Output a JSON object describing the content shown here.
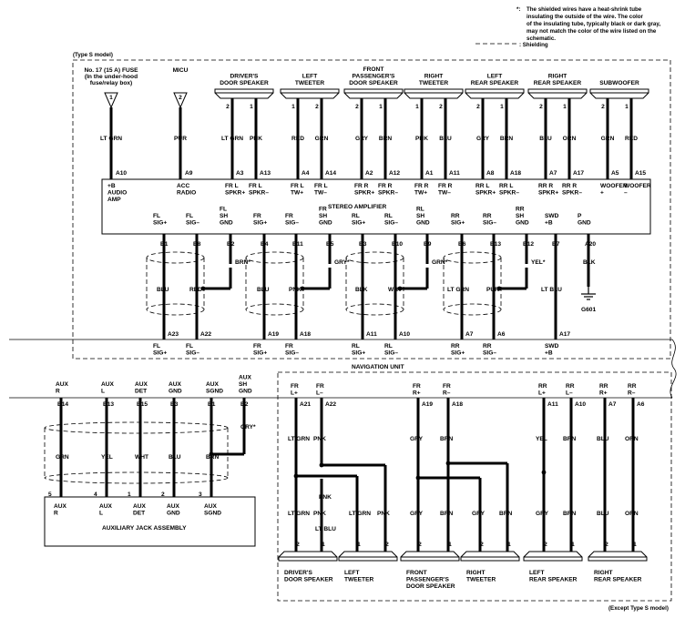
{
  "note": {
    "star": "*:",
    "lines": [
      "The shielded wires have a heat-shrink tube",
      "insulating the outside of the wire. The color",
      "of the insulating tube, typically black or dark gray,",
      "may not match the color of the wire listed on the",
      "schematic."
    ],
    "shielding": ": Shielding"
  },
  "labels": {
    "type_s": "(Type S model)",
    "except_type_s": "(Except Type S model)",
    "stereo_amplifier": "STEREO AMPLIFIER",
    "navigation_unit": "NAVIGATION UNIT",
    "aux_jack_assembly": "AUXILIARY JACK ASSEMBLY",
    "ground": "G601"
  },
  "sources": [
    {
      "lines": [
        "No. 17 (15 A) FUSE",
        "(In the under-hood",
        "fuse/relay box)"
      ],
      "pin": "1",
      "wire": "LT GRN",
      "conn": "A10",
      "amp": [
        "+B",
        "AUDIO",
        "AMP"
      ]
    },
    {
      "lines": [
        "MICU"
      ],
      "pin": "2",
      "wire": "PUR",
      "conn": "A9",
      "amp": [
        "ACC",
        "RADIO"
      ]
    }
  ],
  "speakers_top": [
    {
      "lines": [
        "DRIVER'S",
        "DOOR SPEAKER"
      ],
      "pins": [
        "2",
        "1"
      ],
      "wires": [
        "LT GRN",
        "PNK"
      ],
      "conns": [
        "A3",
        "A13"
      ],
      "amp": [
        [
          "FR L",
          "SPKR+"
        ],
        [
          "FR L",
          "SPKR–"
        ]
      ]
    },
    {
      "lines": [
        "LEFT",
        "TWEETER"
      ],
      "pins": [
        "1",
        "2"
      ],
      "wires": [
        "RED",
        "GRN"
      ],
      "conns": [
        "A4",
        "A14"
      ],
      "amp": [
        [
          "FR L",
          "TW+"
        ],
        [
          "FR L",
          "TW–"
        ]
      ]
    },
    {
      "lines": [
        "FRONT",
        "PASSENGER'S",
        "DOOR SPEAKER"
      ],
      "pins": [
        "2",
        "1"
      ],
      "wires": [
        "GRY",
        "BRN"
      ],
      "conns": [
        "A2",
        "A12"
      ],
      "amp": [
        [
          "FR R",
          "SPKR+"
        ],
        [
          "FR R",
          "SPKR–"
        ]
      ]
    },
    {
      "lines": [
        "RIGHT",
        "TWEETER"
      ],
      "pins": [
        "1",
        "2"
      ],
      "wires": [
        "PNK",
        "BLU"
      ],
      "conns": [
        "A1",
        "A11"
      ],
      "amp": [
        [
          "FR R",
          "TW+"
        ],
        [
          "FR R",
          "TW–"
        ]
      ]
    },
    {
      "lines": [
        "LEFT",
        "REAR SPEAKER"
      ],
      "pins": [
        "2",
        "1"
      ],
      "wires": [
        "GRY",
        "BRN"
      ],
      "conns": [
        "A8",
        "A18"
      ],
      "amp": [
        [
          "RR L",
          "SPKR+"
        ],
        [
          "RR L",
          "SPKR–"
        ]
      ]
    },
    {
      "lines": [
        "RIGHT",
        "REAR SPEAKER"
      ],
      "pins": [
        "2",
        "1"
      ],
      "wires": [
        "BLU",
        "ORN"
      ],
      "conns": [
        "A7",
        "A17"
      ],
      "amp": [
        [
          "RR R",
          "SPKR+"
        ],
        [
          "RR R",
          "SPKR–"
        ]
      ]
    },
    {
      "lines": [
        "SUBWOOFER"
      ],
      "pins": [
        "2",
        "1"
      ],
      "wires": [
        "GRN",
        "RED"
      ],
      "conns": [
        "A5",
        "A15"
      ],
      "amp": [
        [
          "WOOFER",
          "+"
        ],
        [
          "WOOFER",
          "–"
        ]
      ]
    }
  ],
  "amp_inputs": [
    {
      "name": [
        "FL",
        "SIG+"
      ],
      "conn": "B1",
      "wire": "BLU",
      "nav_conn": "A23",
      "nav": [
        "FL",
        "SIG+"
      ]
    },
    {
      "name": [
        "FL",
        "SIG–"
      ],
      "conn": "B8",
      "wire": "RED",
      "nav_conn": "A22",
      "nav": [
        "FL",
        "SIG–"
      ]
    },
    {
      "name": [
        "FL",
        "SH",
        "GND"
      ],
      "conn": "B2",
      "wire": "BRN*"
    },
    {
      "name": [
        "FR",
        "SIG+"
      ],
      "conn": "B4",
      "wire": "BLU",
      "nav_conn": "A19",
      "nav": [
        "FR",
        "SIG+"
      ]
    },
    {
      "name": [
        "FR",
        "SIG–"
      ],
      "conn": "B11",
      "wire": "PNK",
      "nav_conn": "A18",
      "nav": [
        "FR",
        "SIG–"
      ]
    },
    {
      "name": [
        "FR",
        "SH",
        "GND"
      ],
      "conn": "B5",
      "wire": "GRY*"
    },
    {
      "name": [
        "RL",
        "SIG+"
      ],
      "conn": "B3",
      "wire": "BLK",
      "nav_conn": "A11",
      "nav": [
        "RL",
        "SIG+"
      ]
    },
    {
      "name": [
        "RL",
        "SIG–"
      ],
      "conn": "B10",
      "wire": "WHT",
      "nav_conn": "A10",
      "nav": [
        "RL",
        "SIG–"
      ]
    },
    {
      "name": [
        "RL",
        "SH",
        "GND"
      ],
      "conn": "B9",
      "wire": "GRN*"
    },
    {
      "name": [
        "RR",
        "SIG+"
      ],
      "conn": "B6",
      "wire": "LT GRN",
      "nav_conn": "A7",
      "nav": [
        "RR",
        "SIG+"
      ]
    },
    {
      "name": [
        "RR",
        "SIG–"
      ],
      "conn": "B13",
      "wire": "PUR",
      "nav_conn": "A6",
      "nav": [
        "RR",
        "SIG–"
      ]
    },
    {
      "name": [
        "RR",
        "SH",
        "GND"
      ],
      "conn": "B12",
      "wire": "YEL*"
    },
    {
      "name": [
        "SWD",
        "+B"
      ],
      "conn": "B7",
      "wire": "LT BLU",
      "nav_conn": "A17",
      "nav": [
        "SWD",
        "+B"
      ]
    },
    {
      "name": [
        "P",
        "GND"
      ],
      "conn": "A20",
      "wire": "BLK"
    }
  ],
  "aux": [
    {
      "name": [
        "AUX",
        "R"
      ],
      "conn": "B14",
      "wire": "GRN",
      "pin": "5",
      "jack": [
        "AUX",
        "R"
      ]
    },
    {
      "name": [
        "AUX",
        "L"
      ],
      "conn": "B13",
      "wire": "YEL",
      "pin": "4",
      "jack": [
        "AUX",
        "L"
      ]
    },
    {
      "name": [
        "AUX",
        "DET"
      ],
      "conn": "B15",
      "wire": "WHT",
      "pin": "1",
      "jack": [
        "AUX",
        "DET"
      ]
    },
    {
      "name": [
        "AUX",
        "GND"
      ],
      "conn": "B3",
      "wire": "BLU",
      "pin": "2",
      "jack": [
        "AUX",
        "GND"
      ]
    },
    {
      "name": [
        "AUX",
        "SGND"
      ],
      "conn": "B1",
      "wire": "BRN",
      "pin": "3",
      "jack": [
        "AUX",
        "SGND"
      ]
    },
    {
      "name": [
        "AUX",
        "SH",
        "GND"
      ],
      "conn": "B2",
      "wire": "GRY*"
    }
  ],
  "nav_outputs": [
    {
      "name": [
        "FR",
        "L+"
      ],
      "conn": "A21",
      "wire": "LT GRN"
    },
    {
      "name": [
        "FR",
        "L–"
      ],
      "conn": "A22",
      "wire": "PNK"
    },
    {
      "name": [
        "FR",
        "R+"
      ],
      "conn": "A19",
      "wire": "GRY"
    },
    {
      "name": [
        "FR",
        "R–"
      ],
      "conn": "A18",
      "wire": "BRN"
    },
    {
      "name": [
        "RR",
        "L+"
      ],
      "conn": "A11",
      "wire": "YEL"
    },
    {
      "name": [
        "RR",
        "L–"
      ],
      "conn": "A10",
      "wire": "BRN"
    },
    {
      "name": [
        "RR",
        "R+"
      ],
      "conn": "A7",
      "wire": "BLU"
    },
    {
      "name": [
        "RR",
        "R–"
      ],
      "conn": "A6",
      "wire": "ORN"
    }
  ],
  "speakers_bottom": [
    {
      "lines": [
        "DRIVER'S",
        "DOOR SPEAKER"
      ],
      "pins": [
        "2",
        "1"
      ],
      "wires": [
        "LT GRN",
        "PNK"
      ]
    },
    {
      "lines": [
        "LEFT",
        "TWEETER"
      ],
      "pins": [
        "1",
        "2"
      ],
      "wires": [
        "LT GRN",
        "PNK"
      ]
    },
    {
      "lines": [
        "FRONT",
        "PASSENGER'S",
        "DOOR SPEAKER"
      ],
      "pins": [
        "2",
        "1"
      ],
      "wires": [
        "GRY",
        "BRN"
      ]
    },
    {
      "lines": [
        "RIGHT",
        "TWEETER"
      ],
      "pins": [
        "2",
        "1"
      ],
      "wires": [
        "GRY",
        "BRN"
      ]
    },
    {
      "lines": [
        "LEFT",
        "REAR SPEAKER"
      ],
      "pins": [
        "2",
        "1"
      ],
      "wires": [
        "GRY",
        "BRN"
      ]
    },
    {
      "lines": [
        "RIGHT",
        "REAR SPEAKER"
      ],
      "pins": [
        "2",
        "1"
      ],
      "wires": [
        "BLU",
        "ORN"
      ]
    }
  ],
  "junction_labels": [
    "PNK",
    "LT BLU"
  ]
}
